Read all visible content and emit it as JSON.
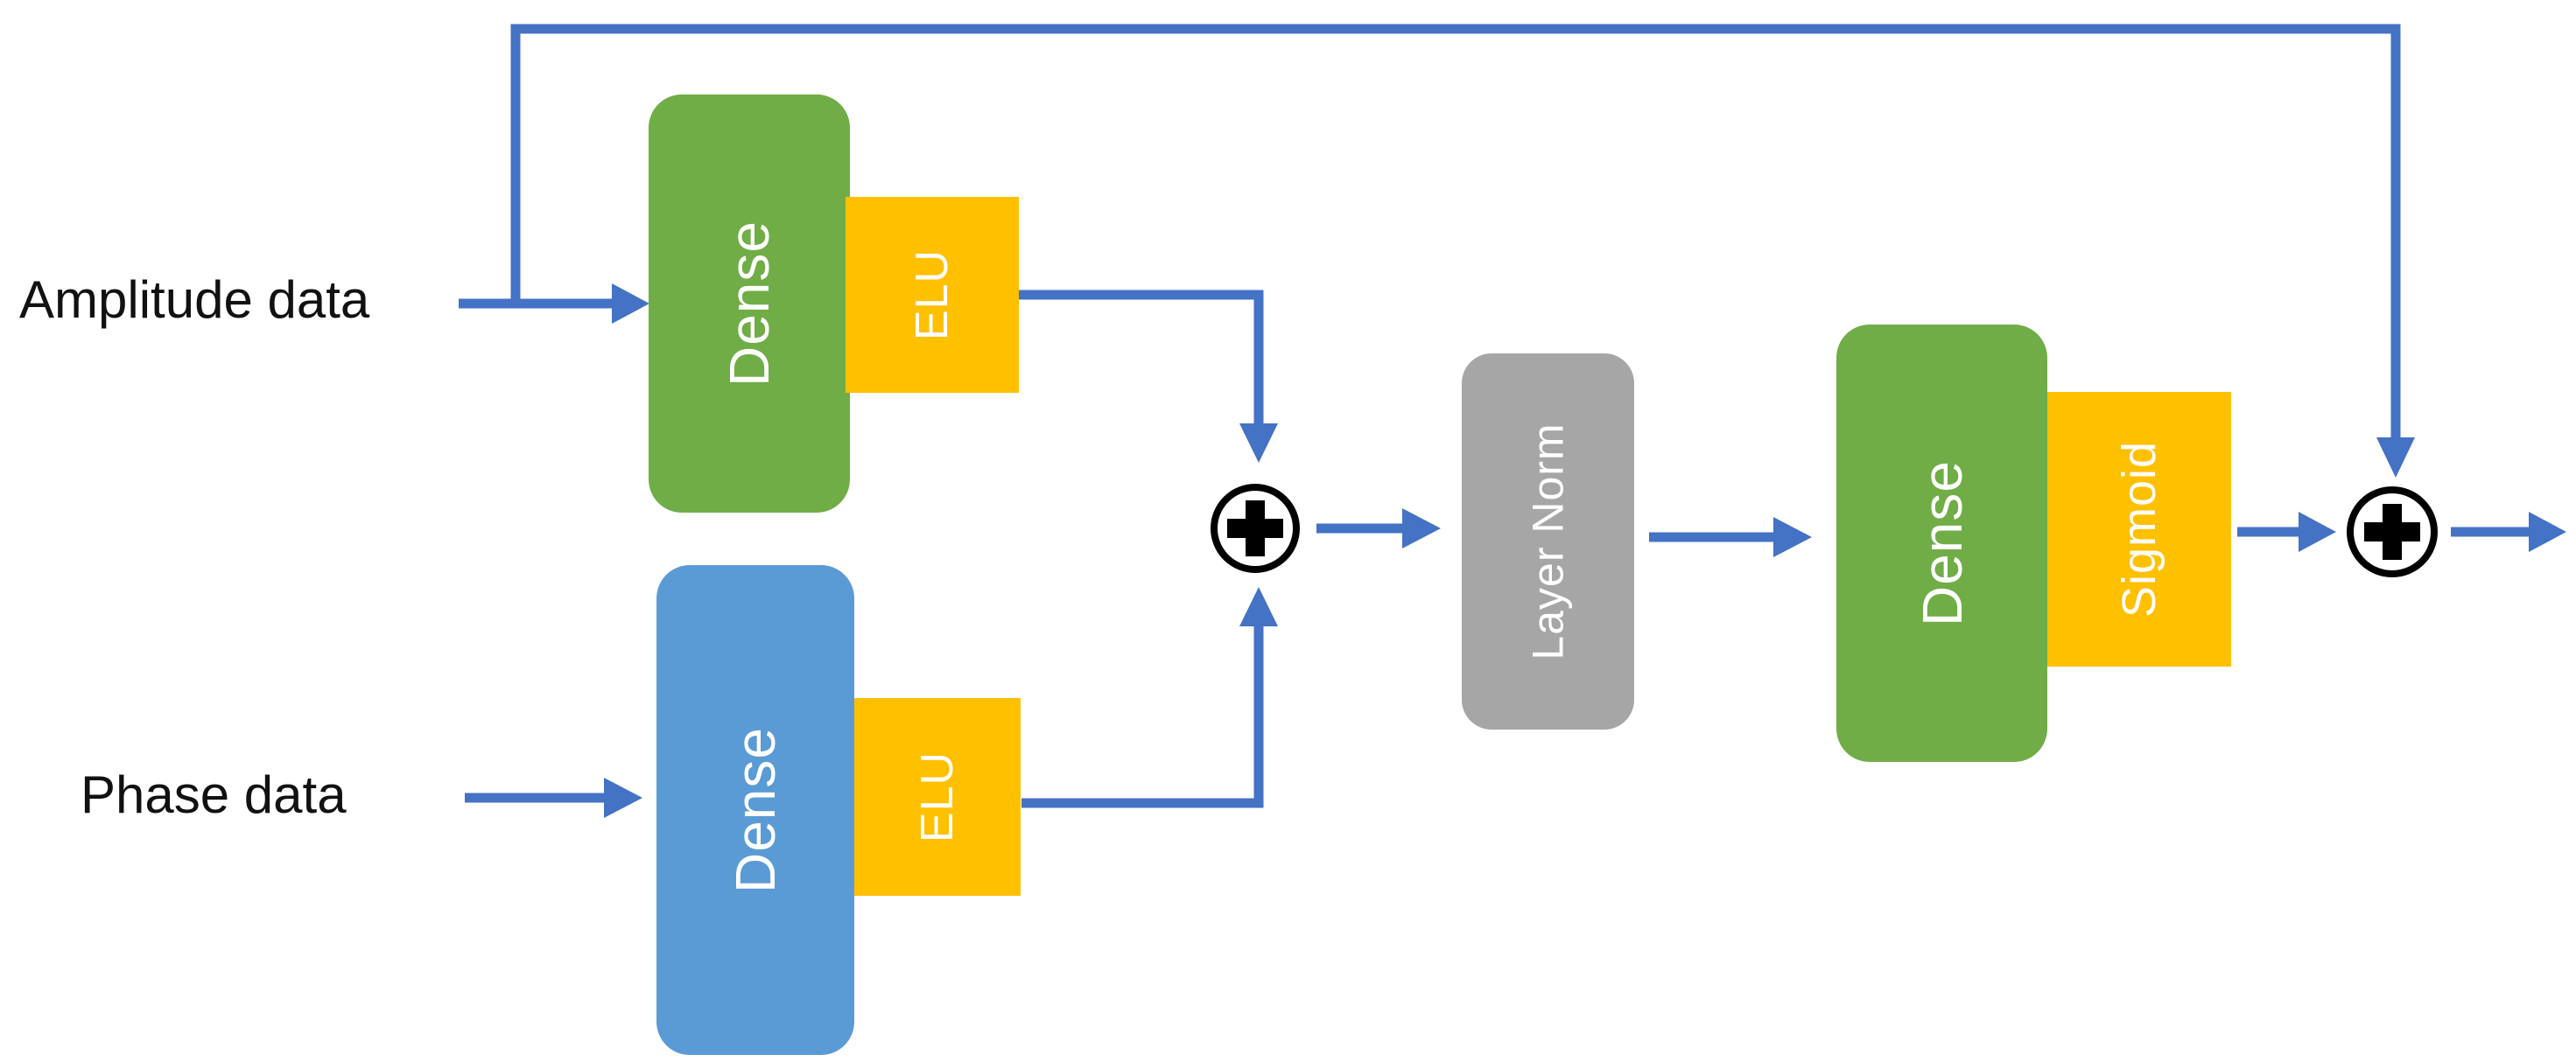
{
  "inputs": {
    "amplitude": "Amplitude data",
    "phase": "Phase data"
  },
  "blocks": {
    "dense_amplitude": {
      "label": "Dense",
      "color": "#70AD47",
      "text_color": "#FFFFFF"
    },
    "elu_amplitude": {
      "label": "ELU",
      "color": "#FFC000",
      "text_color": "#FFFFFF"
    },
    "dense_phase": {
      "label": "Dense",
      "color": "#5B9BD5",
      "text_color": "#FFFFFF"
    },
    "elu_phase": {
      "label": "ELU",
      "color": "#FFC000",
      "text_color": "#FFFFFF"
    },
    "layer_norm": {
      "label": "Layer Norm",
      "color": "#A6A6A6",
      "text_color": "#FFFFFF"
    },
    "dense_output": {
      "label": "Dense",
      "color": "#70AD47",
      "text_color": "#FFFFFF"
    },
    "sigmoid": {
      "label": "Sigmoid",
      "color": "#FFC000",
      "text_color": "#FFFFFF"
    }
  },
  "operators": {
    "add_1": {
      "symbol": "+",
      "icon": "plus-in-circle-icon",
      "ring_color": "#000000",
      "plus_color": "#000000"
    },
    "add_2": {
      "symbol": "+",
      "icon": "plus-in-circle-icon",
      "ring_color": "#000000",
      "plus_color": "#000000"
    }
  },
  "colors": {
    "connector": "#4472C4",
    "background": "#FFFFFF",
    "input_text": "#111111"
  },
  "connections": [
    {
      "from": "Amplitude data",
      "to": "Dense (amplitude branch)"
    },
    {
      "from": "Amplitude data",
      "to": "add 2 (skip connection)"
    },
    {
      "from": "Phase data",
      "to": "Dense (phase branch)"
    },
    {
      "from": "ELU (amplitude branch)",
      "to": "add 1"
    },
    {
      "from": "ELU (phase branch)",
      "to": "add 1"
    },
    {
      "from": "add 1",
      "to": "Layer Norm"
    },
    {
      "from": "Layer Norm",
      "to": "Dense (output)"
    },
    {
      "from": "Sigmoid",
      "to": "add 2"
    },
    {
      "from": "add 2",
      "to": "output"
    }
  ]
}
